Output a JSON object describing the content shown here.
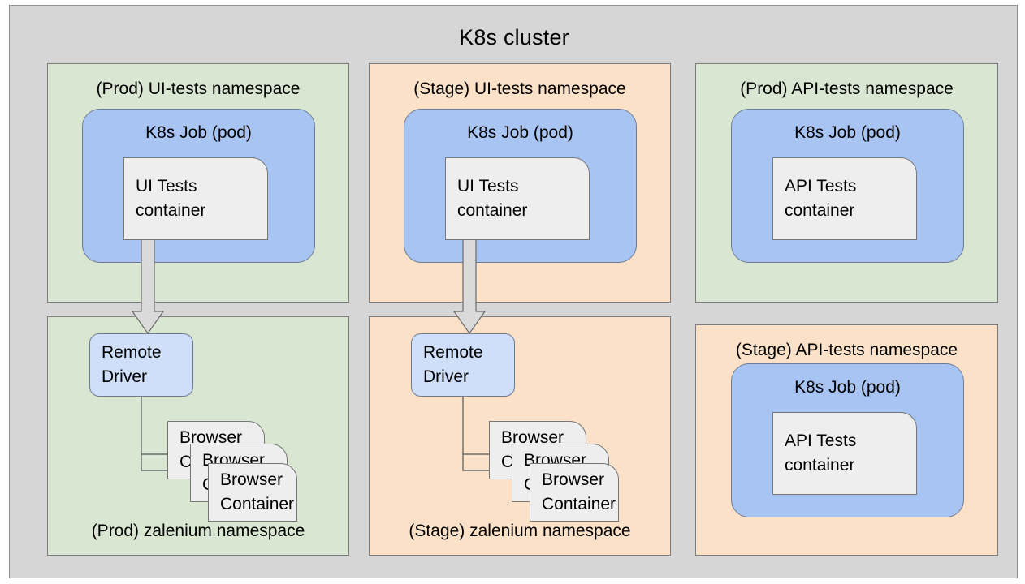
{
  "cluster": {
    "title": "K8s cluster",
    "bg_color": "#d6d6d6",
    "border_color": "#8f8f8f"
  },
  "colors": {
    "namespace_prod": "#d9e7d2",
    "namespace_stage": "#fae1c8",
    "pod": "#a8c4f3",
    "driver": "#cfdffa",
    "container": "#eeeeee",
    "stroke": "#777777",
    "arrow_fill": "#dadada"
  },
  "namespaces": [
    {
      "id": "prod-ui-tests",
      "label": "(Prod) UI-tests namespace",
      "env": "Prod",
      "theme": "green",
      "label_position": "top",
      "pod": {
        "label": "K8s Job (pod)",
        "container": {
          "label": "UI Tests\ncontainer"
        }
      }
    },
    {
      "id": "stage-ui-tests",
      "label": "(Stage) UI-tests namespace",
      "env": "Stage",
      "theme": "orange",
      "label_position": "top",
      "pod": {
        "label": "K8s Job (pod)",
        "container": {
          "label": "UI Tests\ncontainer"
        }
      }
    },
    {
      "id": "prod-api-tests",
      "label": "(Prod) API-tests namespace",
      "env": "Prod",
      "theme": "green",
      "label_position": "top",
      "pod": {
        "label": "K8s Job (pod)",
        "container": {
          "label": "API Tests\ncontainer"
        }
      }
    },
    {
      "id": "prod-zalenium",
      "label": "(Prod) zalenium namespace",
      "env": "Prod",
      "theme": "green",
      "label_position": "bottom",
      "driver": {
        "label": "Remote\nDriver"
      },
      "browser_containers": [
        {
          "label": "Browser\nContainer"
        },
        {
          "label": "Browser\nContainer"
        },
        {
          "label": "Browser\nContainer"
        }
      ]
    },
    {
      "id": "stage-zalenium",
      "label": "(Stage) zalenium namespace",
      "env": "Stage",
      "theme": "orange",
      "label_position": "bottom",
      "driver": {
        "label": "Remote\nDriver"
      },
      "browser_containers": [
        {
          "label": "Browser\nContainer"
        },
        {
          "label": "Browser\nContainer"
        },
        {
          "label": "Browser\nContainer"
        }
      ]
    },
    {
      "id": "stage-api-tests",
      "label": "(Stage) API-tests namespace",
      "env": "Stage",
      "theme": "orange",
      "label_position": "top",
      "pod": {
        "label": "K8s Job (pod)",
        "container": {
          "label": "API Tests\ncontainer"
        }
      }
    }
  ],
  "edges": [
    {
      "id": "prod-uitests-to-driver",
      "from": "UI Tests container",
      "to": "Remote Driver",
      "style": "block-arrow"
    },
    {
      "id": "stage-uitests-to-driver",
      "from": "UI Tests container",
      "to": "Remote Driver",
      "style": "block-arrow"
    },
    {
      "id": "prod-driver-to-browsers",
      "from": "Remote Driver",
      "to": "Browser Containers",
      "style": "line-arrow"
    },
    {
      "id": "stage-driver-to-browsers",
      "from": "Remote Driver",
      "to": "Browser Containers",
      "style": "line-arrow"
    }
  ]
}
